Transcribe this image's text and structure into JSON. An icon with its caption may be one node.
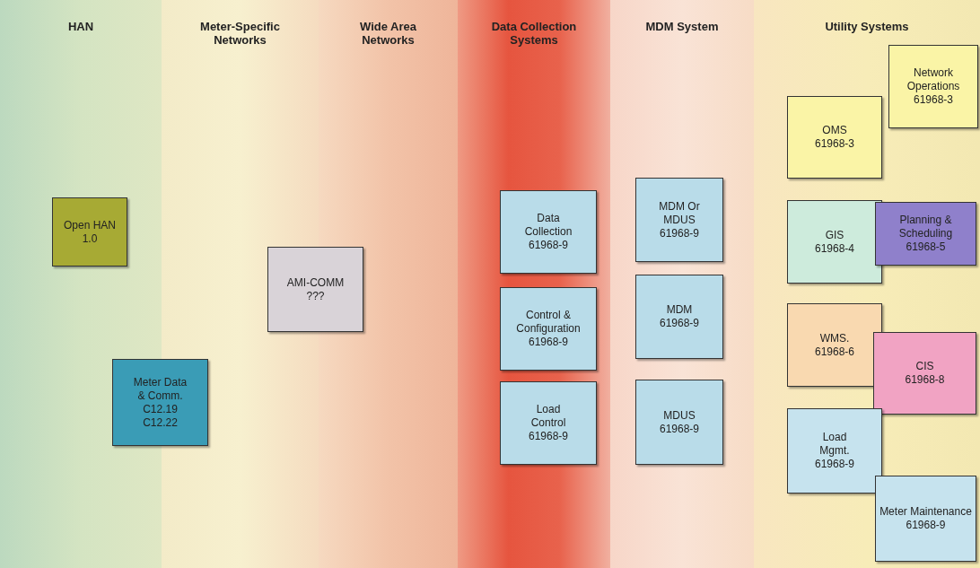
{
  "diagram": {
    "nodes": [
      {
        "text": [
          "HAN"
        ]
      },
      {
        "text": [
          "Meter-Specific Networks"
        ]
      },
      {
        "text": [
          "Wide Area Networks"
        ]
      },
      {
        "text": [
          "Data Collection Systems"
        ]
      },
      {
        "text": [
          "MDM System"
        ]
      },
      {
        "text": [
          "Utility Systems"
        ]
      },
      {
        "text": [
          "Open HAN 1.0"
        ],
        "in": 0
      },
      {
        "text": [
          "Meter Data & Comm. C12.19 C12.22"
        ]
      },
      {
        "text": [
          "AMI-COMM ???"
        ]
      },
      {
        "text": [
          "Data Collection 61968-9"
        ],
        "in": 3
      },
      {
        "text": [
          "Control & Configuration 61968-9"
        ],
        "in": 3
      },
      {
        "text": [
          "Load Control 61968-9"
        ],
        "in": 3
      },
      {
        "text": [
          "MDM Or MDUS 61968-9"
        ],
        "in": 4
      },
      {
        "text": [
          "MDM 61968-9"
        ],
        "in": 4
      },
      {
        "text": [
          "MDUS 61968-9"
        ],
        "in": 4
      },
      {
        "text": [
          "Network Operations 61968-3"
        ],
        "in": 5
      },
      {
        "text": [
          "OMS 61968-3"
        ],
        "in": 5
      },
      {
        "text": [
          "GIS 61968-4"
        ],
        "in": 5
      },
      {
        "text": [
          "Planning & Scheduling 61968-5"
        ],
        "in": 5
      },
      {
        "text": [
          "WMS. 61968-6"
        ],
        "in": 5
      },
      {
        "text": [
          "CIS 61968-8"
        ],
        "in": 5
      },
      {
        "text": [
          "Load Mgmt. 61968-9"
        ],
        "in": 5
      },
      {
        "text": [
          "Meter Maintenance 61968-9"
        ],
        "in": 5
      }
    ],
    "edges": []
  }
}
